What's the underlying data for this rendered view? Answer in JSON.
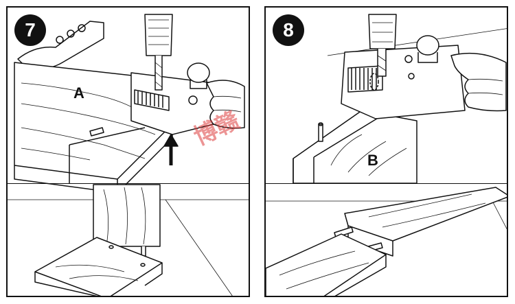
{
  "steps": [
    {
      "number": "7",
      "part_label": "A"
    },
    {
      "number": "8",
      "part_label": "B"
    }
  ],
  "watermark": {
    "text": "博赣"
  },
  "colors": {
    "ink": "#111111",
    "wood": "#ffffff",
    "watermark": "#dc3c3c"
  }
}
